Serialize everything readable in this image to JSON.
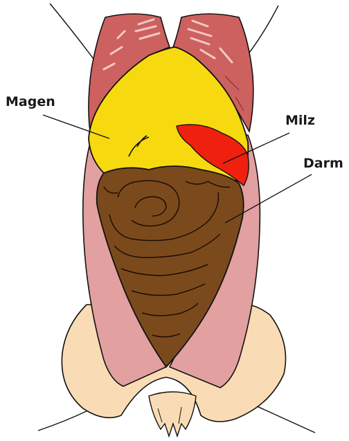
{
  "labels": {
    "stomach": "Magen",
    "spleen": "Milz",
    "intestine": "Darm"
  },
  "colors": {
    "muscle": "#cd6160",
    "muscle_stripe": "#f3c9c4",
    "stomach": "#f7d90f",
    "spleen": "#f0200f",
    "intestine": "#7b4a1c",
    "skin_fold": "#e2a0a0",
    "body_skin": "#f9dcb6",
    "outline": "#111111"
  }
}
